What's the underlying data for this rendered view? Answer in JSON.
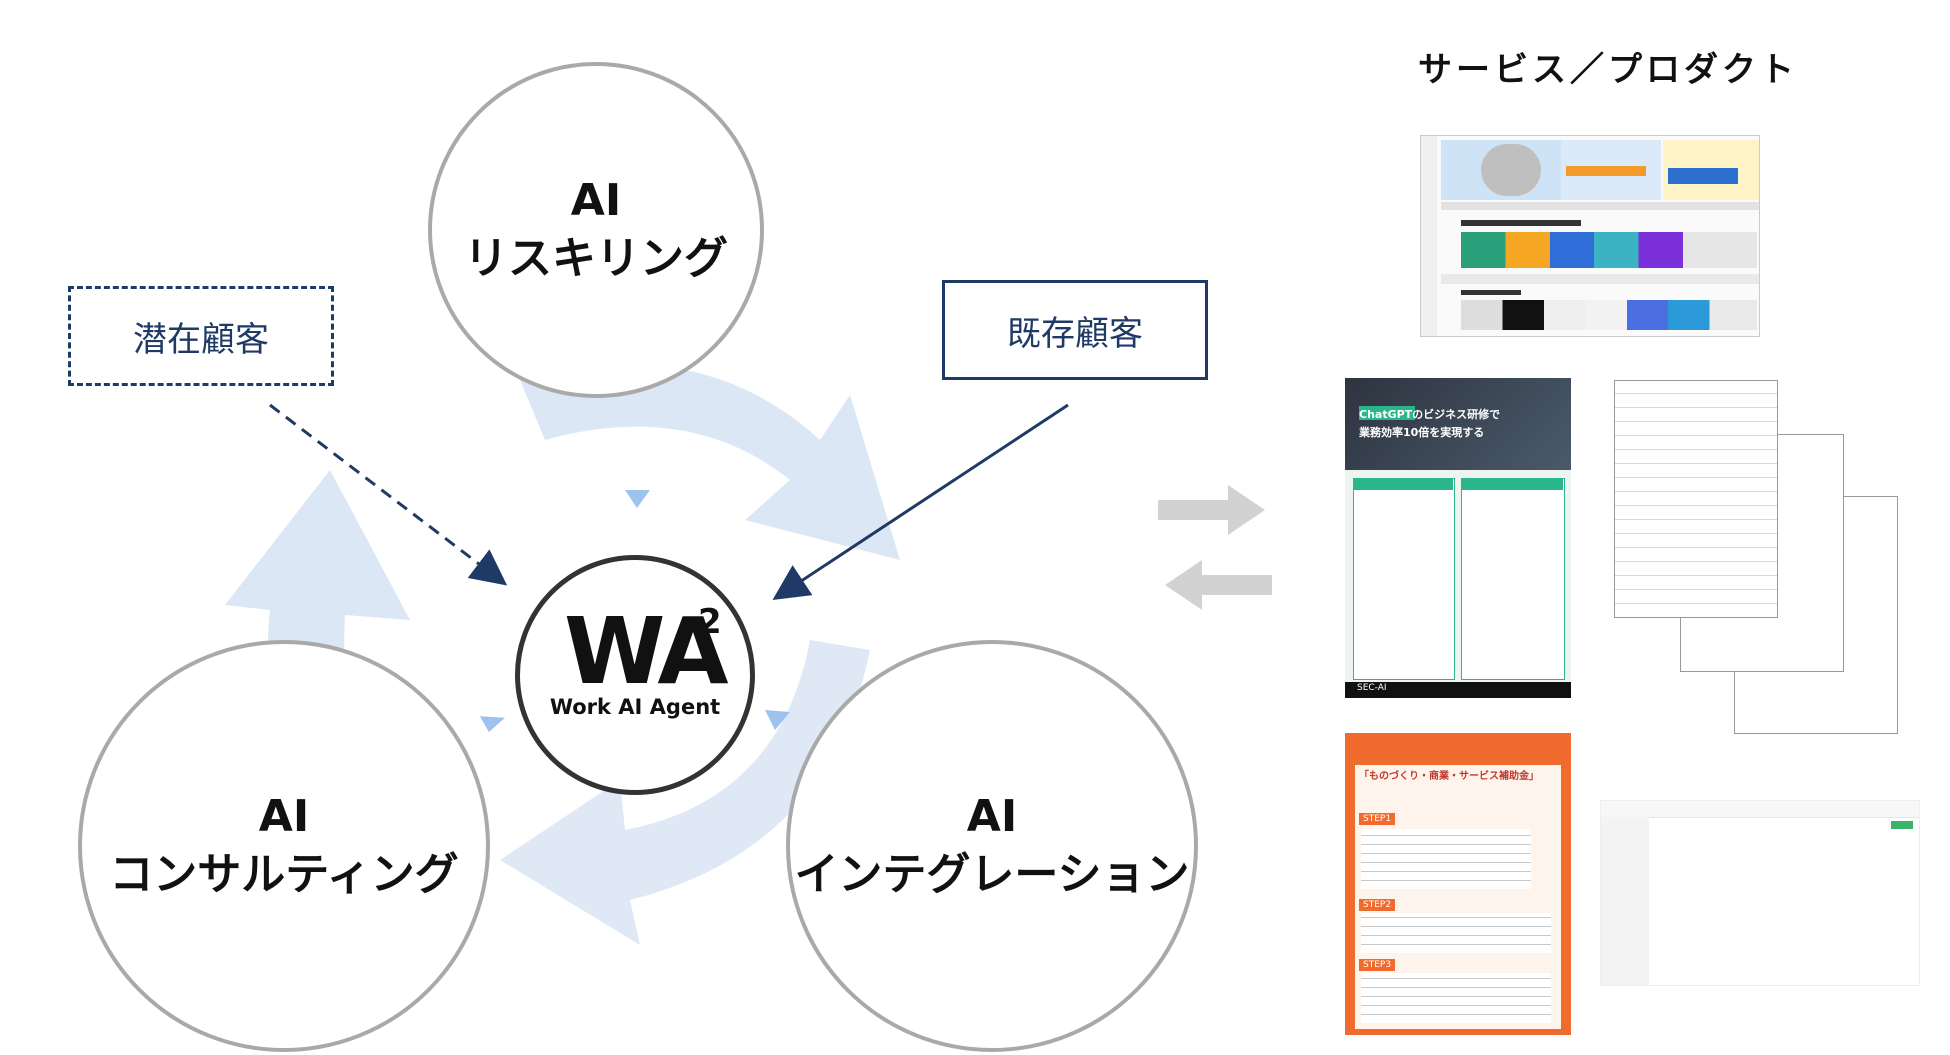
{
  "diagram": {
    "circles": {
      "reskilling": {
        "line1": "AI",
        "line2": "リスキリング"
      },
      "consulting": {
        "line1": "AI",
        "line2": "コンサルティング"
      },
      "integration": {
        "line1": "AI",
        "line2": "インテグレーション"
      }
    },
    "center": {
      "logo_main": "WA",
      "logo_sup": "2",
      "logo_sub": "Work AI Agent"
    },
    "boxes": {
      "potential": "潜在顧客",
      "existing": "既存顧客"
    },
    "colors": {
      "arrow_navy": "#1f3a66",
      "cycle_blue": "#cfe0f3",
      "circle_border": "#a9a9a9",
      "exchange_gray": "#d0d0d0"
    }
  },
  "products": {
    "heading": "サービス／プロダクト",
    "items": [
      {
        "name": "web-portal-screenshot"
      },
      {
        "name": "chatgpt-training-flyer",
        "title_line": "ChatGPTのビジネス研修で",
        "title_line2": "業務効率10倍を実現する",
        "footer": "SEC-AI"
      },
      {
        "name": "document-forms-stack"
      },
      {
        "name": "subsidy-flyer",
        "headline": "「ものづくり・商業・サービス補助金」",
        "step1": "STEP1",
        "step2": "STEP2",
        "step3": "STEP3"
      },
      {
        "name": "web-dashboard-screenshot"
      }
    ]
  }
}
